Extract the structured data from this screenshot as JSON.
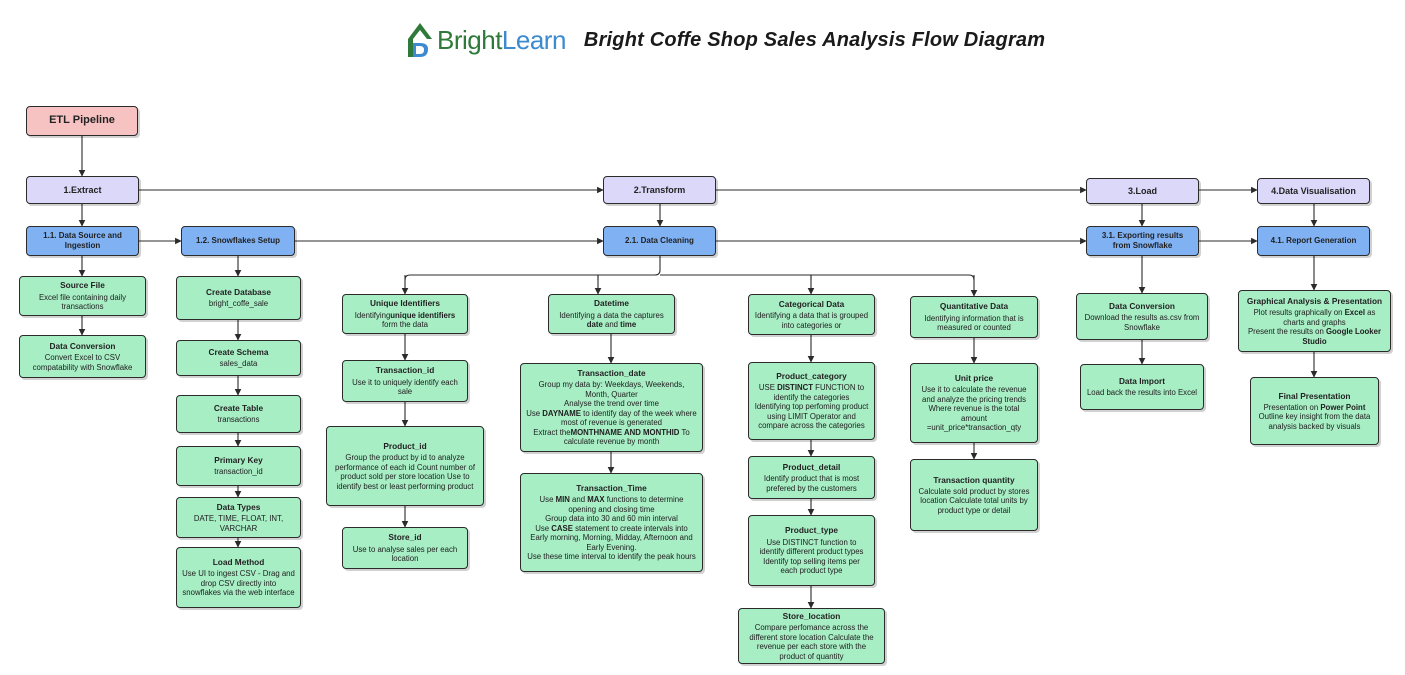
{
  "header": {
    "logo_bright": "Bright",
    "logo_learn": "Learn",
    "title": "Bright Coffe Shop Sales Analysis Flow Diagram"
  },
  "colors": {
    "pink": "#f7c2c2",
    "lavender": "#dcd8fa",
    "blue": "#7fb1f3",
    "green": "#a8eec5",
    "logo_green": "#2f7a3a",
    "logo_blue": "#3c8ad0"
  },
  "nodes": {
    "etl": "ETL Pipeline",
    "extract": "1.Extract",
    "transform": "2.Transform",
    "load": "3.Load",
    "visualisation": "4.Data Visualisation",
    "ingestion": "1.1. Data Source and Ingestion",
    "snowflakes": "1.2. Snowflakes Setup",
    "cleaning": "2.1. Data Cleaning",
    "exporting": "3.1. Exporting results from Snowflake",
    "report": "4.1. Report Generation",
    "source_file": {
      "title": "Source File",
      "desc": "Excel file containing daily transactions"
    },
    "data_conversion_1": {
      "title": "Data Conversion",
      "desc": "Convert Excel to CSV compatability with Snowflake"
    },
    "create_db": {
      "title": "Create Database",
      "desc": "bright_coffe_sale"
    },
    "create_schema": {
      "title": "Create Schema",
      "desc": "sales_data"
    },
    "create_table": {
      "title": "Create Table",
      "desc": "transactions"
    },
    "primary_key": {
      "title": "Primary Key",
      "desc": "transaction_id"
    },
    "data_types": {
      "title": "Data Types",
      "desc": "DATE, TIME, FLOAT, INT, VARCHAR"
    },
    "load_method": {
      "title": "Load Method",
      "desc": "Use UI to ingest CSV - Drag and drop CSV directly into snowflakes via the web interface"
    },
    "unique_ids": {
      "title": "Unique Identifiers",
      "desc_a": "Identifying",
      "desc_b": "unique identifiers",
      "desc_c": " form the data"
    },
    "transaction_id": {
      "title": "Transaction_id",
      "desc": "Use it to uniquely identify each sale"
    },
    "product_id": {
      "title": "Product_id",
      "desc": "Group the product by id to analyze performance of each id Count number of product sold per store location Use to identify best or least performing product"
    },
    "store_id": {
      "title": "Store_id",
      "desc": "Use to analyse sales per each location"
    },
    "datetime": {
      "title": "Datetime",
      "desc_a": "Identifying a data the captures ",
      "desc_b": "date",
      "desc_c": " and ",
      "desc_d": "time"
    },
    "transaction_date": {
      "title": "Transaction_date",
      "line1": "Group my data by: Weekdays, Weekends, Month, Quarter",
      "line2": "Analyse the trend over time",
      "line3_a": "Use ",
      "line3_b": "DAYNAME",
      "line3_c": " to identify day of the week where most of revenue is generated",
      "line4_a": "Extract the",
      "line4_b": "MONTHNAME AND MONTHID",
      "line4_c": " To calculate revenue by month"
    },
    "transaction_time": {
      "title": "Transaction_Time",
      "line1_a": "Use ",
      "line1_b": "MIN",
      "line1_c": " and ",
      "line1_d": "MAX",
      "line1_e": " functions to determine opening and closing time",
      "line2": "Group data into 30 and 60 min interval",
      "line3_a": "Use ",
      "line3_b": "CASE",
      "line3_c": " statement to create intervals into Early morning, Morning, Midday, Afternoon and Early Evening.",
      "line4": "Use these time interval to identify the peak hours"
    },
    "categorical": {
      "title": "Categorical Data",
      "desc": "Identifying a data that is grouped into categories or"
    },
    "product_category": {
      "title": "Product_category",
      "line1_a": "USE  ",
      "line1_b": "DISTINCT",
      "line1_c": " FUNCTION to identify the categories",
      "line2": "Identifying top perfoming product using LIMIT Operator and compare across the categories"
    },
    "product_detail": {
      "title": "Product_detail",
      "desc": "Identify product that is most prefered by the customers"
    },
    "product_type": {
      "title": "Product_type",
      "desc": "Use DISTINCT function to identify different product types Identify top selling items per each product type"
    },
    "store_location": {
      "title": "Store_location",
      "desc": "Compare perfomance across the different store location Calculate the revenue per each store with the product of quantity"
    },
    "quantitative": {
      "title": "Quantitative Data",
      "desc": "Identifying information that is measured or counted"
    },
    "unit_price": {
      "title": "Unit price",
      "desc": "Use it to calculate the revenue and analyze the pricing trends Where revenue is the total amount =unit_price*transaction_qty"
    },
    "transaction_qty": {
      "title": "Transaction quantity",
      "desc": "Calculate sold product by stores location Calculate total units by product type or detail"
    },
    "data_conversion_3": {
      "title": "Data Conversion",
      "desc": "Download the results as.csv from Snowflake"
    },
    "data_import": {
      "title": "Data Import",
      "desc": "Load back the results into Excel"
    },
    "graphical": {
      "title": "Graphical Analysis & Presentation",
      "line1_a": "Plot results graphically on ",
      "line1_b": "Excel",
      "line1_c": " as charts and graphs",
      "line2_a": "Present the results on ",
      "line2_b": "Google Looker Studio"
    },
    "final": {
      "title": "Final Presentation",
      "line1_a": "Presentation on ",
      "line1_b": "Power Point",
      "line2": "Outline key insight from the data analysis backed by visuals"
    }
  }
}
